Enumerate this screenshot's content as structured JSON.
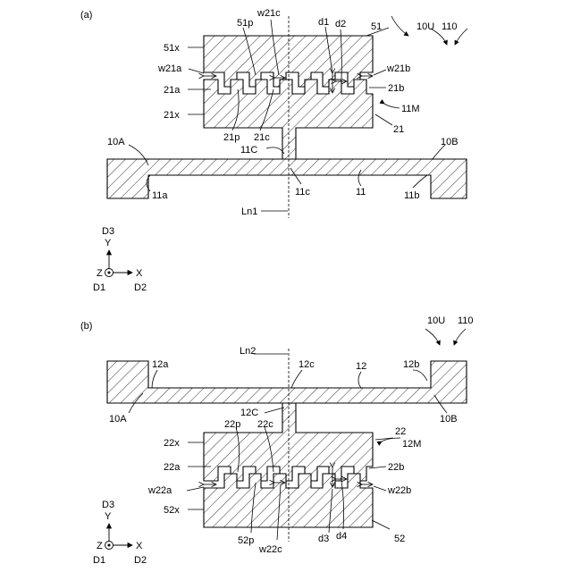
{
  "panel_a": {
    "panel_label": "(a)",
    "labels": {
      "ref_51": "51",
      "ref_10u": "10U",
      "ref_110": "110",
      "ref_51x": "51x",
      "ref_51p": "51p",
      "ref_w21c": "w21c",
      "ref_d1": "d1",
      "ref_d2": "d2",
      "ref_w21a": "w21a",
      "ref_w21b": "w21b",
      "ref_21a": "21a",
      "ref_21b": "21b",
      "ref_11m": "11M",
      "ref_21x": "21x",
      "ref_21": "21",
      "ref_21p": "21p",
      "ref_21c": "21c",
      "ref_11c": "11C",
      "ref_10a": "10A",
      "ref_10b": "10B",
      "ref_11a": "11a",
      "ref_11c_low": "11c",
      "ref_11": "11",
      "ref_11b": "11b",
      "ref_ln1": "Ln1"
    },
    "axes": {
      "d3": "D3",
      "y": "Y",
      "z": "Z",
      "x": "X",
      "d1": "D1",
      "d2": "D2"
    }
  },
  "panel_b": {
    "panel_label": "(b)",
    "labels": {
      "ref_10u": "10U",
      "ref_110": "110",
      "ref_ln2": "Ln2",
      "ref_12a": "12a",
      "ref_12c": "12c",
      "ref_12": "12",
      "ref_12b": "12b",
      "ref_10a": "10A",
      "ref_10b": "10B",
      "ref_12c_up": "12C",
      "ref_22p": "22p",
      "ref_22c": "22c",
      "ref_22": "22",
      "ref_12m": "12M",
      "ref_22x": "22x",
      "ref_22a": "22a",
      "ref_22b": "22b",
      "ref_w22a": "w22a",
      "ref_w22b": "w22b",
      "ref_52x": "52x",
      "ref_52p": "52p",
      "ref_w22c": "w22c",
      "ref_d3": "d3",
      "ref_d4": "d4",
      "ref_52": "52"
    },
    "axes": {
      "d3": "D3",
      "y": "Y",
      "z": "Z",
      "x": "X",
      "d1": "D1",
      "d2": "D2"
    }
  }
}
